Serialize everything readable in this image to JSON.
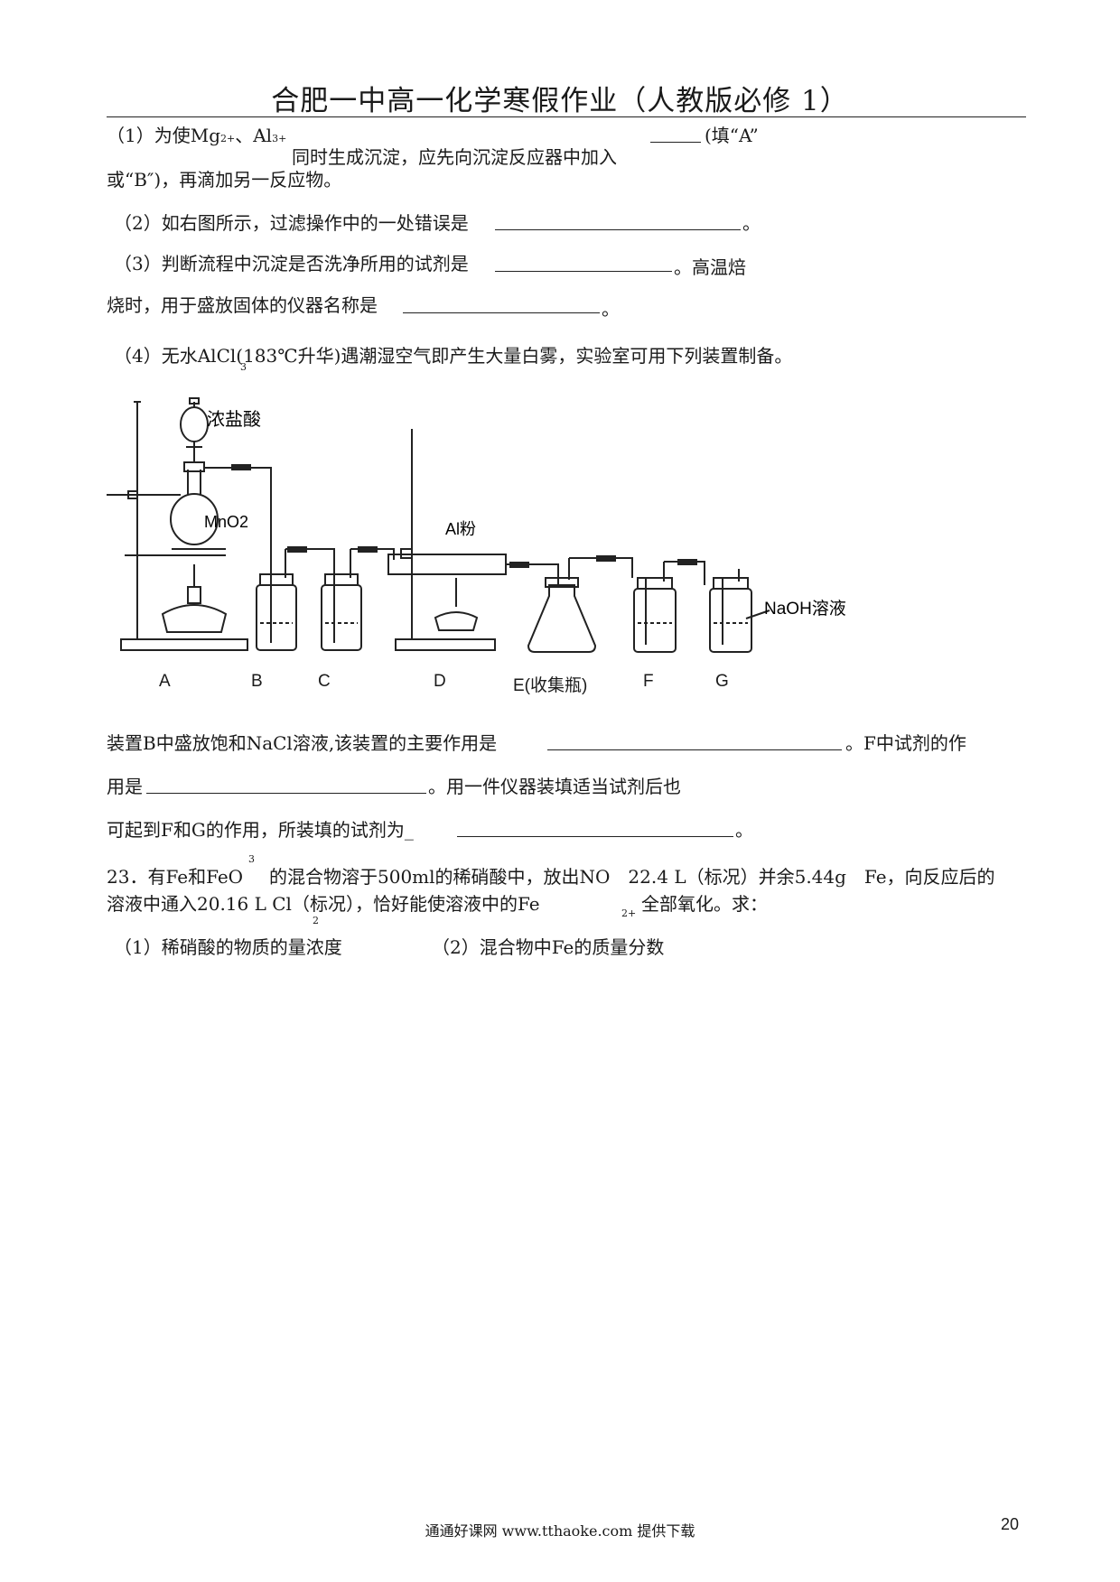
{
  "header": {
    "title": "合肥一中高一化学寒假作业（人教版必修 1）"
  },
  "q1": {
    "prefix": "（1）为使Mg",
    "mg_charge": "2+",
    "sep": "、Al",
    "al_charge": "3+",
    "middle": "同时生成沉淀，应先向沉淀反应器中加入",
    "fill": "(填“A”",
    "line2": "或“B″)，再滴加另一反应物。"
  },
  "q2": {
    "text": "（2）如右图所示，过滤操作中的一处错误是",
    "end": "。"
  },
  "q3": {
    "text": "（3）判断流程中沉淀是否洗净所用的试剂是",
    "end": "。高温焙",
    "line2": "烧时，用于盛放固体的仪器名称是",
    "line2_end": "。"
  },
  "q4": {
    "text": "（4）无水AlCl(183℃升华)遇潮湿空气即产生大量白雾，实验室可用下列装置制备。",
    "sub": "3"
  },
  "diagram": {
    "hcl_label": "浓盐酸",
    "mno2_label": "MnO2",
    "al_label": "Al粉",
    "naoh_label": "NaOH溶液",
    "labels": [
      "A",
      "B",
      "C",
      "D",
      "E(收集瓶)",
      "F",
      "G"
    ]
  },
  "q4b": {
    "line1": "装置B中盛放饱和NaCl溶液,该装置的主要作用是",
    "line1_end": "。F中试剂的作",
    "line2": "用是",
    "line2_end": "。用一件仪器装填适当试剂后也",
    "line3": "可起到F和G的作用，所装填的试剂为_",
    "line3_end": "。"
  },
  "q23": {
    "line1a": "23．有Fe和FeO",
    "sub_a": "3",
    "line1b": "的混合物溶于500ml的稀硝酸中，放出NO　22.4 L（标况）并余5.44g　Fe，向反应后的",
    "line2a": "溶液中通入20.16 L Cl（标况），恰好能使溶液中的Fe",
    "sub_b": "2",
    "sup_b": "2+",
    "line2b": "全部氧化。求：",
    "part1": "（1）稀硝酸的物质的量浓度",
    "part2": "（2）混合物中Fe的质量分数"
  },
  "footer": {
    "text": "通通好课网 www.tthaoke.com 提供下载",
    "page_number": "20"
  }
}
